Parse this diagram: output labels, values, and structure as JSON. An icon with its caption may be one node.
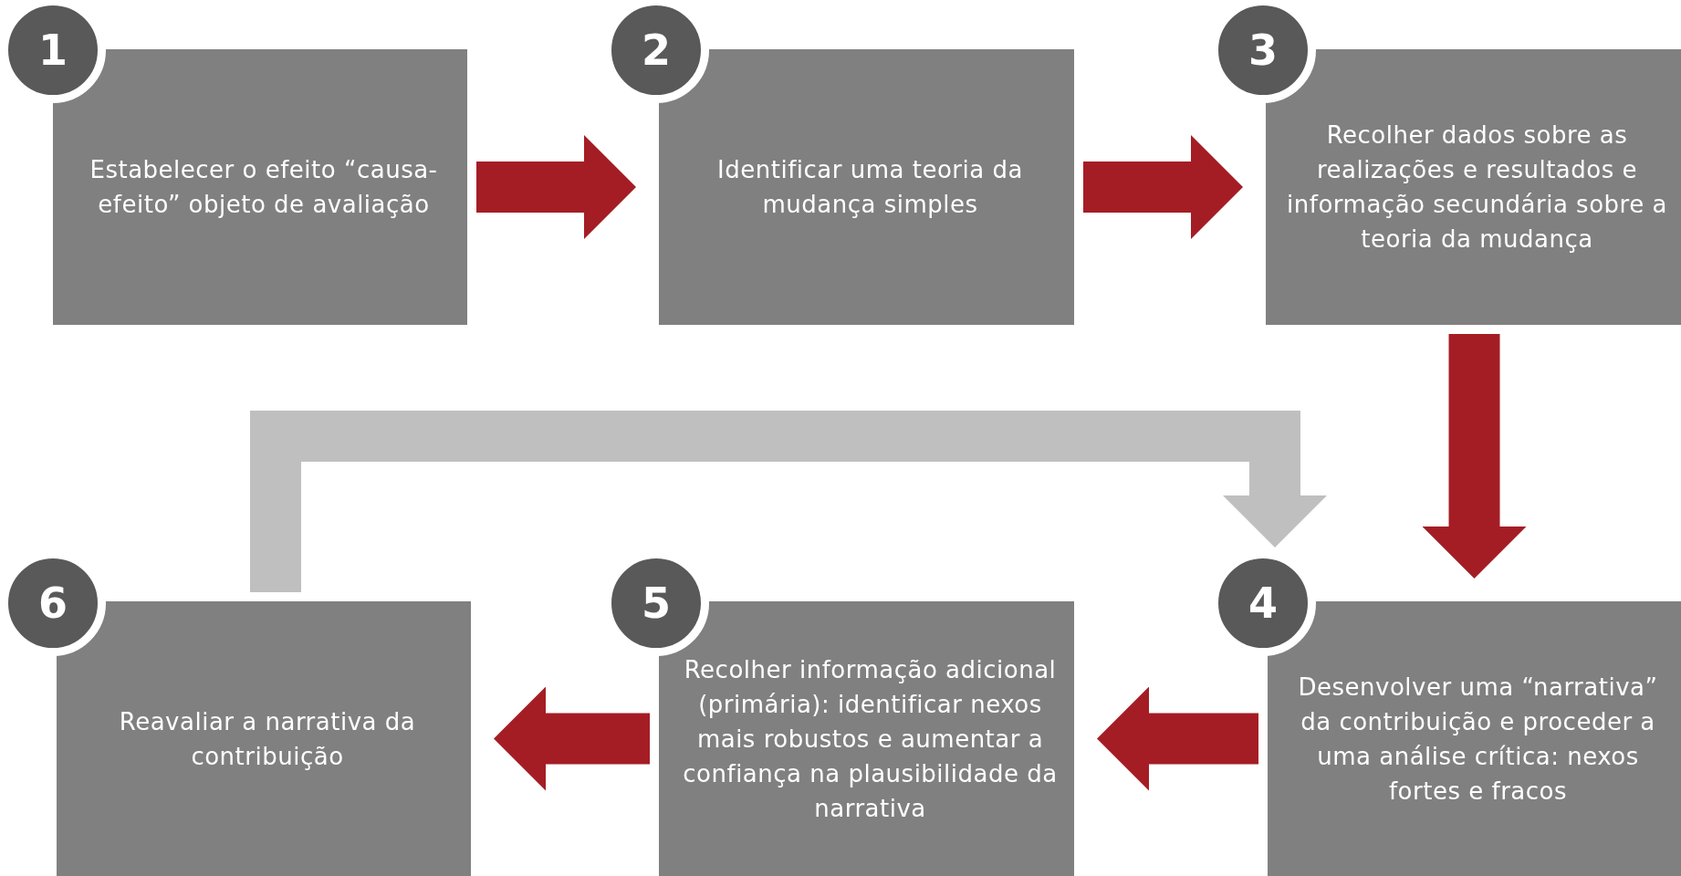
{
  "diagram": {
    "nodes": [
      {
        "text": [
          "1"
        ]
      },
      {
        "text": [
          "Estabelecer o efeito “causa-efeito” objeto de avaliação"
        ]
      },
      {
        "text": [
          "2"
        ]
      },
      {
        "text": [
          "Identificar uma teoria da mudança simples"
        ]
      },
      {
        "text": [
          "3"
        ]
      },
      {
        "text": [
          "Recolher dados sobre as realizações e resultados e informação secundária sobre a teoria da mudança"
        ]
      },
      {
        "text": [
          "6"
        ]
      },
      {
        "text": [
          "Reavaliar a narrativa da contribuição"
        ]
      },
      {
        "text": [
          "5"
        ]
      },
      {
        "text": [
          "Recolher informação adicional (primária): identificar nexos mais robustos e aumentar a confiança na plausibilidade da narrativa"
        ]
      },
      {
        "text": [
          "4"
        ]
      },
      {
        "text": [
          "Desenvolver uma “narrativa” da contribuição e proceder a uma análise crítica: nexos fortes e fracos"
        ]
      }
    ],
    "edges": [
      {
        "from": 1,
        "to": 3,
        "arrow": "to"
      },
      {
        "from": 3,
        "to": 5,
        "arrow": "to"
      },
      {
        "from": 5,
        "to": 11,
        "arrow": "to"
      },
      {
        "from": 11,
        "to": 9,
        "arrow": "to"
      },
      {
        "from": 9,
        "to": 7,
        "arrow": "to"
      },
      {
        "from": 7,
        "to": 11,
        "arrow": "to",
        "color": "#bfbfbf"
      }
    ]
  }
}
